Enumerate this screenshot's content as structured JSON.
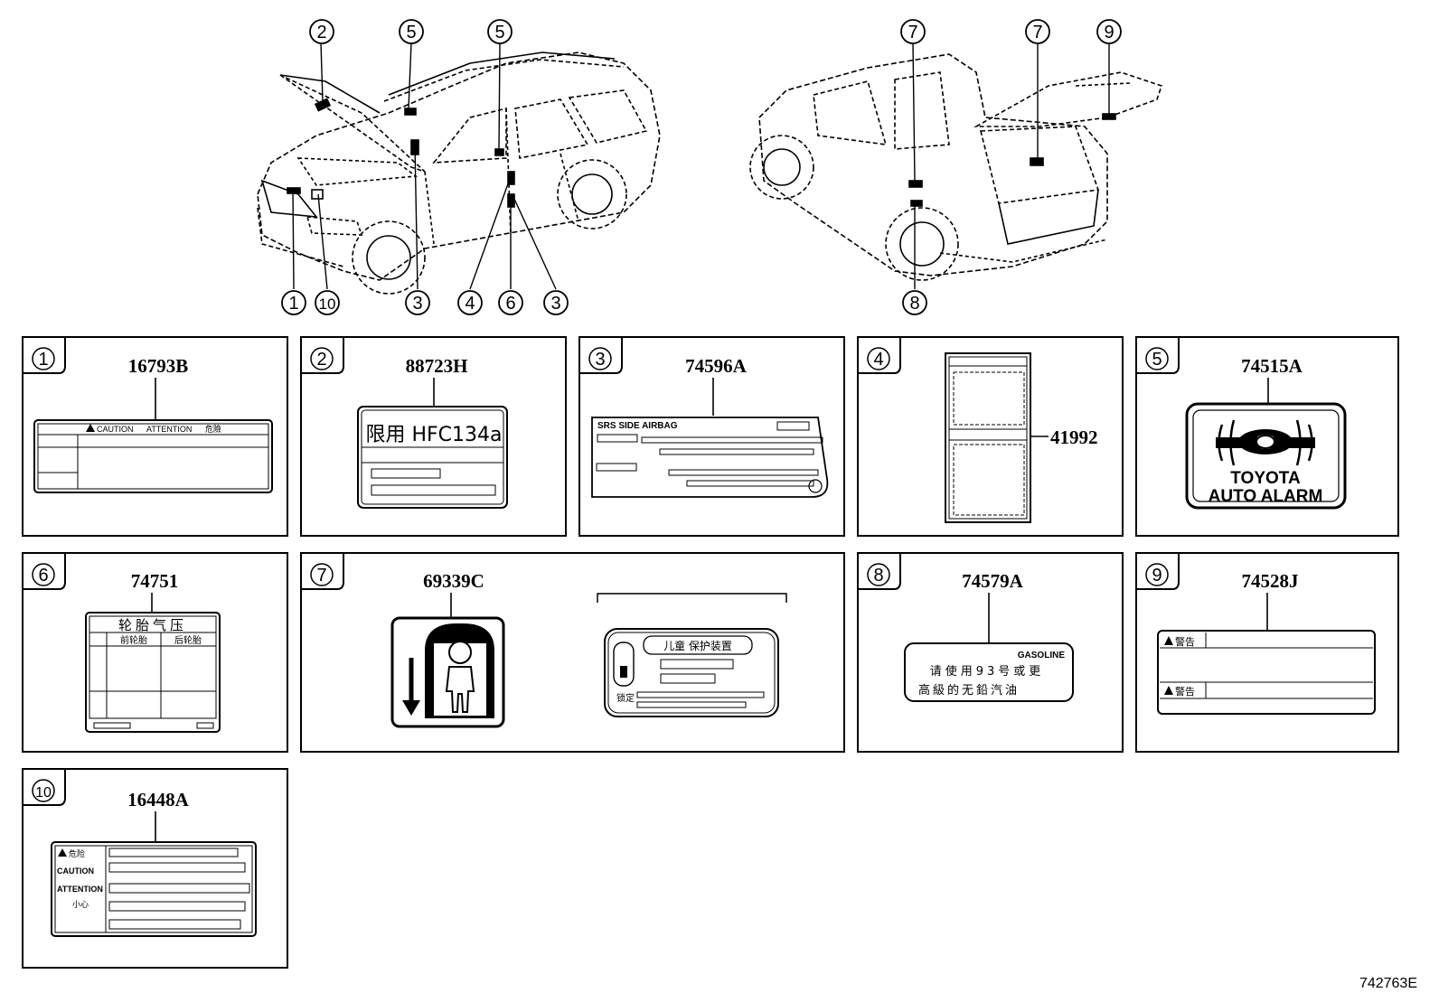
{
  "diagram_code": "742763E",
  "callouts": {
    "c2": "2",
    "c5a": "5",
    "c5b": "5",
    "c7a": "7",
    "c7b": "7",
    "c9": "9",
    "c1": "1",
    "c10": "10",
    "c3a": "3",
    "c4": "4",
    "c6": "6",
    "c3b": "3",
    "c8": "8"
  },
  "panels": [
    {
      "index": "1",
      "part_no": "16793B",
      "lines": {
        "caution": "CAUTION",
        "attention": "ATTENTION",
        "danger": "危險"
      }
    },
    {
      "index": "2",
      "part_no": "88723H",
      "lines": {
        "main": "限用 HFC134a"
      }
    },
    {
      "index": "3",
      "part_no": "74596A",
      "lines": {
        "main": "SRS SIDE AIRBAG"
      }
    },
    {
      "index": "4",
      "part_no": "41992",
      "lines": {}
    },
    {
      "index": "5",
      "part_no": "74515A",
      "lines": {
        "line1": "TOYOTA",
        "line2": "AUTO ALARM"
      }
    },
    {
      "index": "6",
      "part_no": "74751",
      "lines": {
        "title": "轮胎气压",
        "front": "前轮胎",
        "rear": "后轮胎"
      }
    },
    {
      "index": "7",
      "part_no": "69339C",
      "lines": {
        "title": "儿童 保护装置",
        "lock": "锁定"
      }
    },
    {
      "index": "8",
      "part_no": "74579A",
      "lines": {
        "gas": "GASOLINE",
        "line1": "请使用93号或更",
        "line2": "高級的无鉛汽油"
      }
    },
    {
      "index": "9",
      "part_no": "74528J",
      "lines": {
        "warn1": "警告",
        "warn2": "警告"
      }
    },
    {
      "index": "10",
      "part_no": "16448A",
      "lines": {
        "danger": "危险",
        "caution": "CAUTION",
        "attention": "ATTENTION",
        "careful": "小心"
      }
    }
  ]
}
